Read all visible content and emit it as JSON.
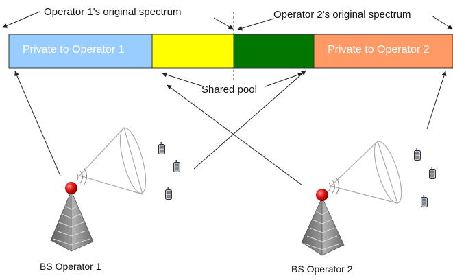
{
  "top_labels": {
    "operator1_spectrum": "Operator 1's original spectrum",
    "operator2_spectrum": "Operator 2's original  spectrum"
  },
  "spectrum_bar": {
    "private_op1": {
      "label": "Private to Operator 1",
      "color": "#99ccff"
    },
    "shared_op1": {
      "color": "#ffff00"
    },
    "shared_op2": {
      "color": "#007700"
    },
    "private_op2": {
      "label": "Private to Operator 2",
      "color": "#ff9966"
    }
  },
  "shared_pool_label": "Shared pool",
  "base_stations": [
    {
      "label": "BS Operator 1"
    },
    {
      "label": "BS Operator 2"
    }
  ],
  "icons": [
    "base-station-tower-icon",
    "cell-phone-icon",
    "signal-cone-icon"
  ]
}
